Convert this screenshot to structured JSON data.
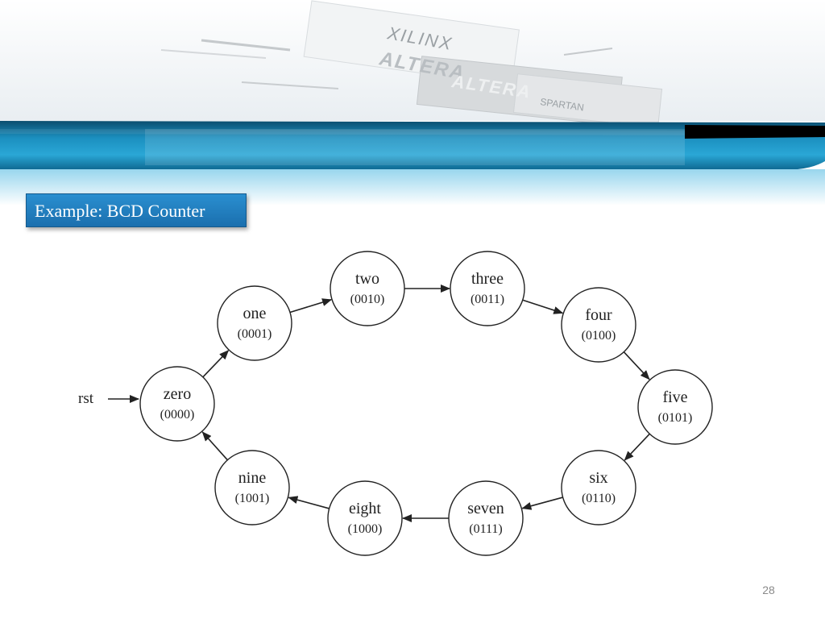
{
  "slide": {
    "title": "Example: BCD Counter",
    "page_number": "28"
  },
  "banner": {
    "logo_texts": [
      "XILINX",
      "ALTERA",
      "ALTERA",
      "SPARTAN"
    ]
  },
  "diagram": {
    "reset_label": "rst",
    "states": [
      {
        "id": "zero",
        "name": "zero",
        "code": "(0000)"
      },
      {
        "id": "one",
        "name": "one",
        "code": "(0001)"
      },
      {
        "id": "two",
        "name": "two",
        "code": "(0010)"
      },
      {
        "id": "three",
        "name": "three",
        "code": "(0011)"
      },
      {
        "id": "four",
        "name": "four",
        "code": "(0100)"
      },
      {
        "id": "five",
        "name": "five",
        "code": "(0101)"
      },
      {
        "id": "six",
        "name": "six",
        "code": "(0110)"
      },
      {
        "id": "seven",
        "name": "seven",
        "code": "(0111)"
      },
      {
        "id": "eight",
        "name": "eight",
        "code": "(1000)"
      },
      {
        "id": "nine",
        "name": "nine",
        "code": "(1001)"
      }
    ],
    "transitions": [
      {
        "from": "zero",
        "to": "one"
      },
      {
        "from": "one",
        "to": "two"
      },
      {
        "from": "two",
        "to": "three"
      },
      {
        "from": "three",
        "to": "four"
      },
      {
        "from": "four",
        "to": "five"
      },
      {
        "from": "five",
        "to": "six"
      },
      {
        "from": "six",
        "to": "seven"
      },
      {
        "from": "seven",
        "to": "eight"
      },
      {
        "from": "eight",
        "to": "nine"
      },
      {
        "from": "nine",
        "to": "zero"
      }
    ],
    "colors": {
      "node_stroke": "#222222",
      "node_fill": "#ffffff",
      "text": "#222222"
    }
  }
}
